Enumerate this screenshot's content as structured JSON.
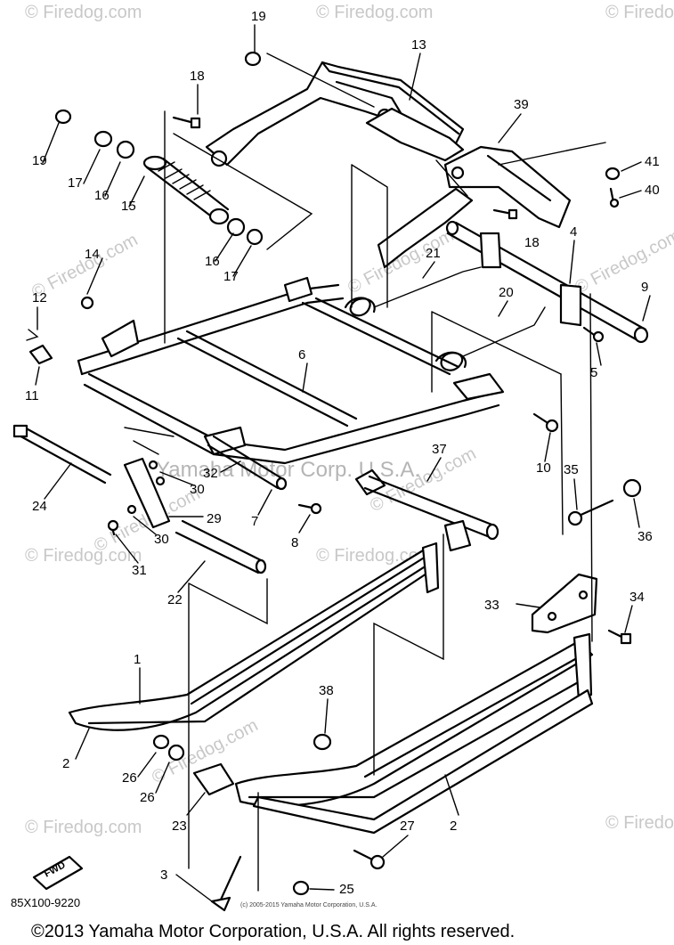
{
  "watermarks": {
    "firedog": "© Firedog.com",
    "firedog_plain": "© Firedog.com",
    "yamaha": "Yamaha Motor Corp. U.S.A."
  },
  "callouts": {
    "c1": "1",
    "c2a": "2",
    "c2b": "2",
    "c3": "3",
    "c4": "4",
    "c5": "5",
    "c6": "6",
    "c7": "7",
    "c8": "8",
    "c9": "9",
    "c10": "10",
    "c11": "11",
    "c12": "12",
    "c13": "13",
    "c14": "14",
    "c15": "15",
    "c16a": "16",
    "c16b": "16",
    "c17a": "17",
    "c17b": "17",
    "c18a": "18",
    "c18b": "18",
    "c19a": "19",
    "c19b": "19",
    "c20": "20",
    "c21": "21",
    "c22": "22",
    "c23": "23",
    "c24": "24",
    "c25": "25",
    "c26a": "26",
    "c26b": "26",
    "c27": "27",
    "c29": "29",
    "c30a": "30",
    "c30b": "30",
    "c31": "31",
    "c32": "32",
    "c33": "33",
    "c34": "34",
    "c35": "35",
    "c36": "36",
    "c37": "37",
    "c38": "38",
    "c39": "39",
    "c40": "40",
    "c41": "41"
  },
  "fwd_badge": "FWD",
  "diagram_code": "85X100-9220",
  "small_copyright": "(c) 2005-2015 Yamaha Motor Corporation, U.S.A.",
  "footer_copyright": "©2013 Yamaha Motor Corporation, U.S.A. All rights reserved."
}
